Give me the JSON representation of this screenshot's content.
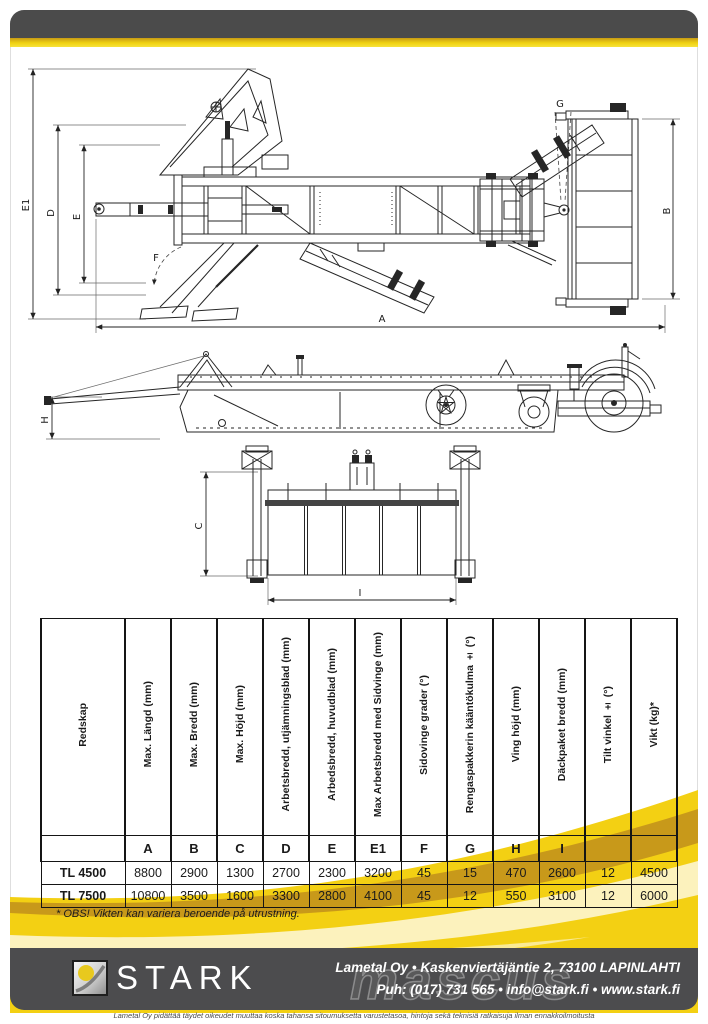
{
  "table": {
    "columns": [
      {
        "label": "Redskap",
        "letter": ""
      },
      {
        "label": "Max. Längd (mm)",
        "letter": "A"
      },
      {
        "label": "Max. Bredd (mm)",
        "letter": "B"
      },
      {
        "label": "Max. Höjd (mm)",
        "letter": "C"
      },
      {
        "label": "Arbetsbredd, utjämningsblad (mm)",
        "letter": "D"
      },
      {
        "label": "Arbedsbredd, huvudblad (mm)",
        "letter": "E"
      },
      {
        "label": "Max Arbetsbredd med Sidvinge (mm)",
        "letter": "E1"
      },
      {
        "label": "Sidovinge grader (°)",
        "letter": "F"
      },
      {
        "label": "Rengaspakkerin kääntökulma ± (°)",
        "letter": "G"
      },
      {
        "label": "Ving höjd (mm)",
        "letter": "H"
      },
      {
        "label": "Däckpaket bredd (mm)",
        "letter": "I"
      },
      {
        "label": "Tilt vinkel ± (°)",
        "letter": ""
      },
      {
        "label": "Vikt (kg)*",
        "letter": ""
      }
    ],
    "rows": [
      {
        "model": "TL 4500",
        "values": [
          8800,
          2900,
          1300,
          2700,
          2300,
          3200,
          45,
          15,
          470,
          2600,
          12,
          4500
        ]
      },
      {
        "model": "TL 7500",
        "values": [
          10800,
          3500,
          1600,
          3300,
          2800,
          4100,
          45,
          12,
          550,
          3100,
          12,
          6000
        ]
      }
    ],
    "footnote": "* OBS! Vikten kan variera beroende på utrustning."
  },
  "drawings": {
    "dims": {
      "e1": "E1",
      "d": "D",
      "e": "E",
      "f": "F",
      "a": "A",
      "g": "G",
      "b": "B",
      "h": "H",
      "c": "C",
      "i": "I"
    }
  },
  "footer": {
    "brand": "STARK",
    "address_line": "Lametal Oy • Kaskenviertäjäntie 2, 73100 LAPINLAHTI",
    "contact_line": "Puh: (017) 731 565 • info@stark.fi • www.stark.fi",
    "watermark": "mascus",
    "disclaimer": "Lametal Oy pidättää täydet oikeudet muuttaa koska tahansa sitoumuksetta varustetasoa, hintoja sekä teknisiä ratkaisuja ilman ennakkoilmoitusta"
  },
  "colors": {
    "accent_yellow": "#f3d013",
    "accent_gold": "#c3921c",
    "bar_gray": "#4b4b4b"
  }
}
